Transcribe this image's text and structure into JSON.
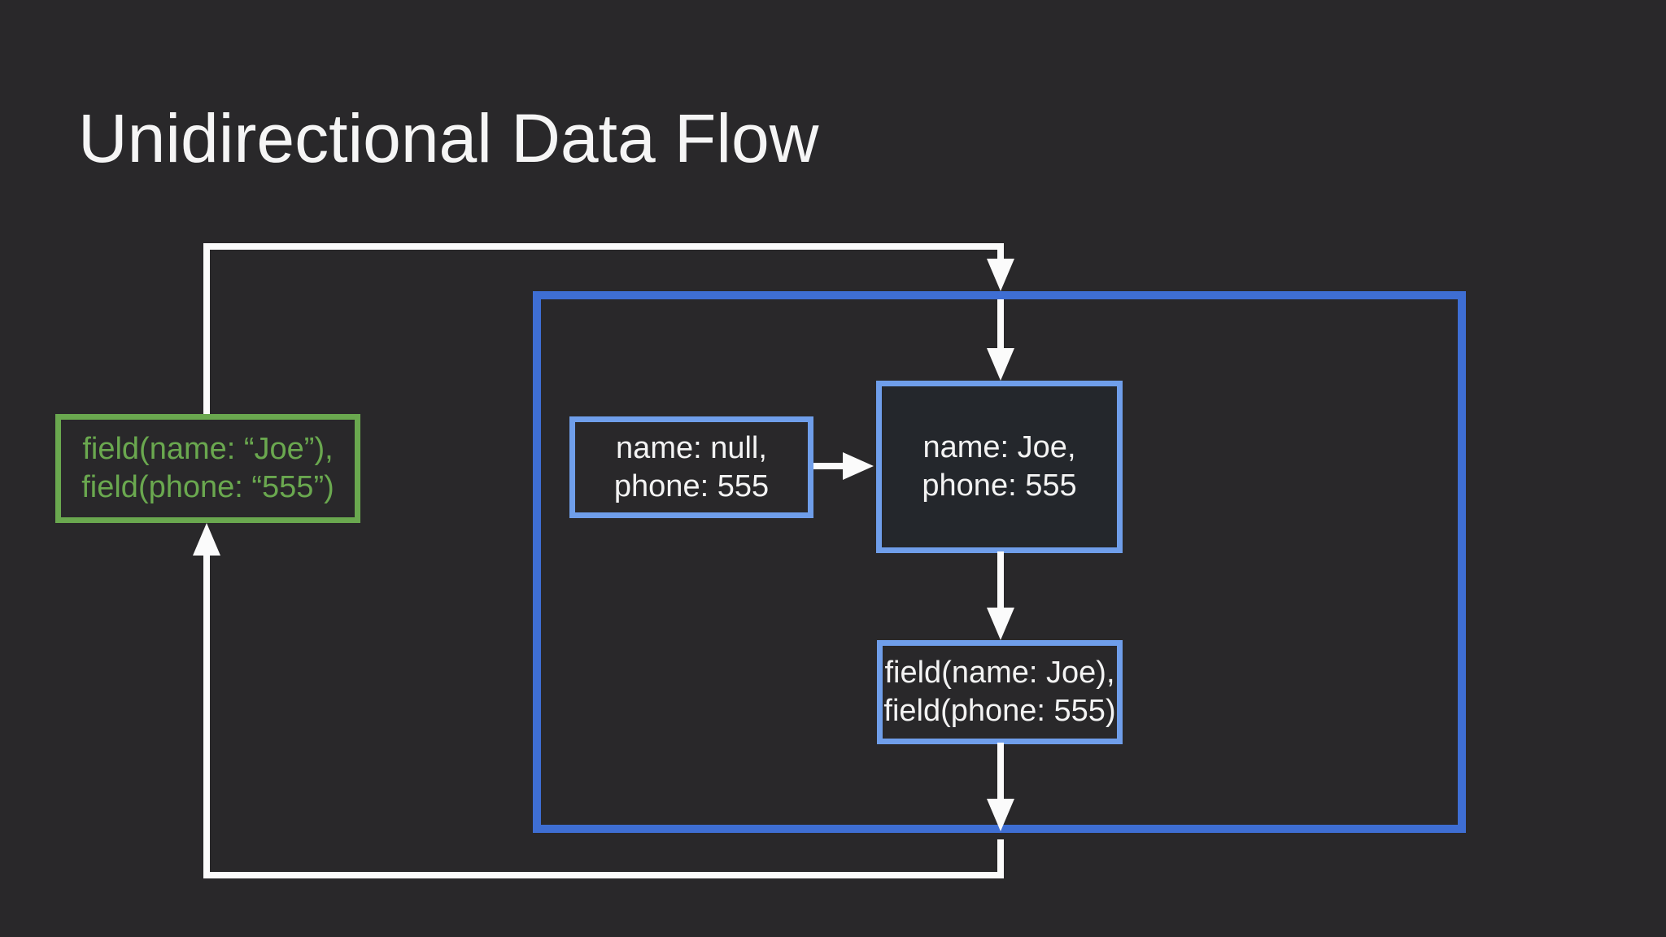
{
  "slide": {
    "title": "Unidirectional Data Flow",
    "colors": {
      "background": "#29282a",
      "arrow_white": "#fbfbfb",
      "green_accent": "#6aa84f",
      "outer_box_blue": "#3e6ed3",
      "inner_box_blue": "#6f9eea",
      "state_after_fill": "#24272c"
    },
    "nodes": {
      "input_commands": {
        "line1": "field(name: “Joe”),",
        "line2": "field(phone: “555”)"
      },
      "state_before": {
        "line1": "name: null,",
        "line2": "phone: 555"
      },
      "state_after": {
        "line1": "name: Joe,",
        "line2": "phone: 555"
      },
      "render_output": {
        "line1": "field(name: Joe),",
        "line2": "field(phone: 555)"
      }
    }
  }
}
